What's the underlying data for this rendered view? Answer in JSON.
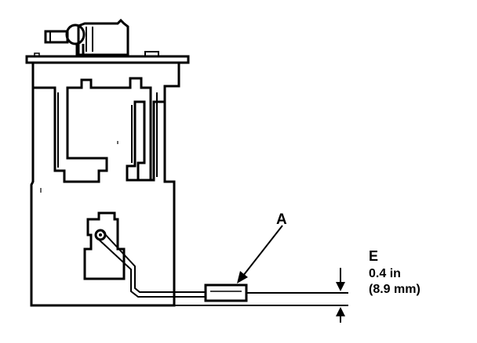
{
  "callouts": {
    "a": "A",
    "e": "E",
    "dimension_in": "0.4 in",
    "dimension_mm": "(8.9 mm)"
  }
}
